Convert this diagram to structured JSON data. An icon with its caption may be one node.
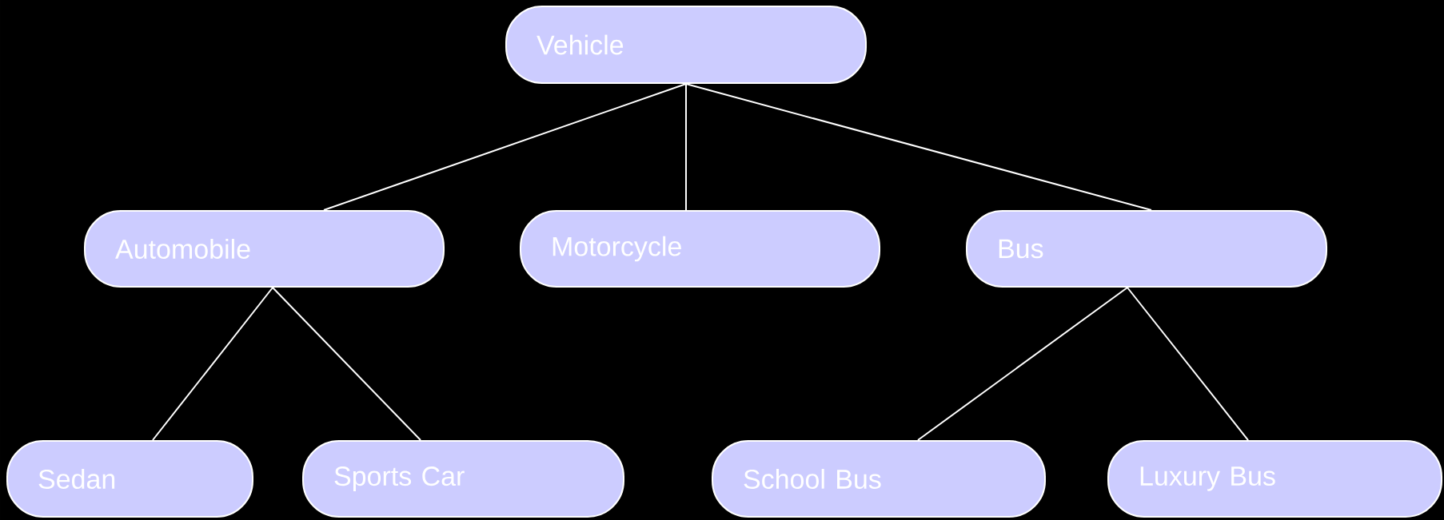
{
  "diagram": {
    "nodes": [
      {
        "text": [
          "Vehicle"
        ]
      },
      {
        "text": [
          "Automobile"
        ]
      },
      {
        "text": [
          "Motorcycle"
        ]
      },
      {
        "text": [
          "Bus"
        ]
      },
      {
        "text": [
          "Sedan"
        ]
      },
      {
        "text": [
          "Sports Car"
        ]
      },
      {
        "text": [
          "School Bus"
        ]
      },
      {
        "text": [
          "Luxury Bus"
        ]
      }
    ],
    "edges": [
      {
        "from": 0,
        "to": 1,
        "arrow": "none"
      },
      {
        "from": 0,
        "to": 2,
        "arrow": "none"
      },
      {
        "from": 0,
        "to": 3,
        "arrow": "none"
      },
      {
        "from": 1,
        "to": 4,
        "arrow": "none"
      },
      {
        "from": 1,
        "to": 5,
        "arrow": "none"
      },
      {
        "from": 3,
        "to": 6,
        "arrow": "none"
      },
      {
        "from": 3,
        "to": 7,
        "arrow": "none"
      }
    ]
  }
}
